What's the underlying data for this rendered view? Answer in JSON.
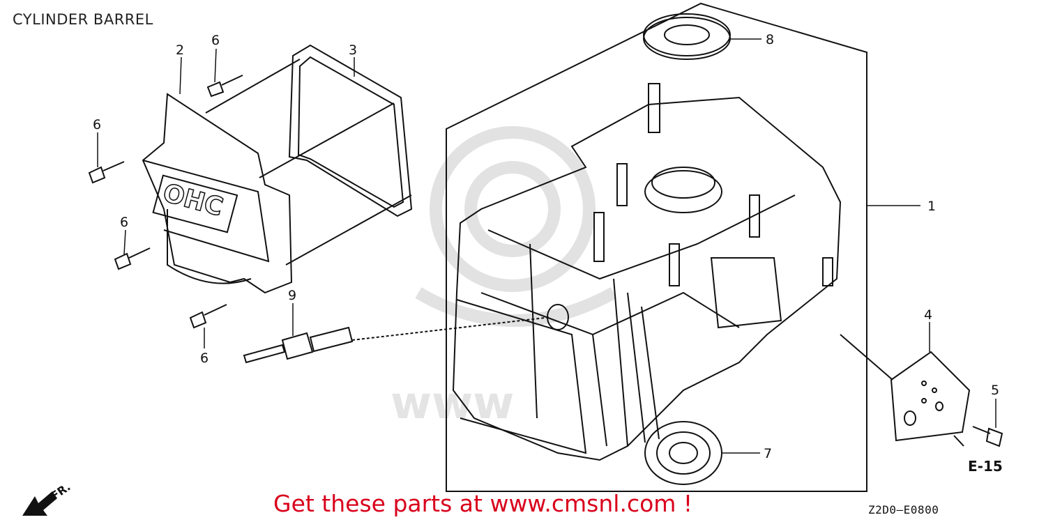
{
  "title": "CYLINDER BARREL",
  "callouts": [
    "1",
    "2",
    "3",
    "4",
    "5",
    "6",
    "6",
    "6",
    "6",
    "7",
    "8",
    "9"
  ],
  "ref_label": "E-15",
  "direction_label": "FR.",
  "cover_marking": "OHC",
  "watermark_text": "www",
  "promo_text": "Get these parts at www.cmsnl.com !",
  "diagram_code": "Z2D0–E0800",
  "colors": {
    "promo": "#d9001b",
    "line": "#111111",
    "watermark": "#dcdcdc"
  }
}
